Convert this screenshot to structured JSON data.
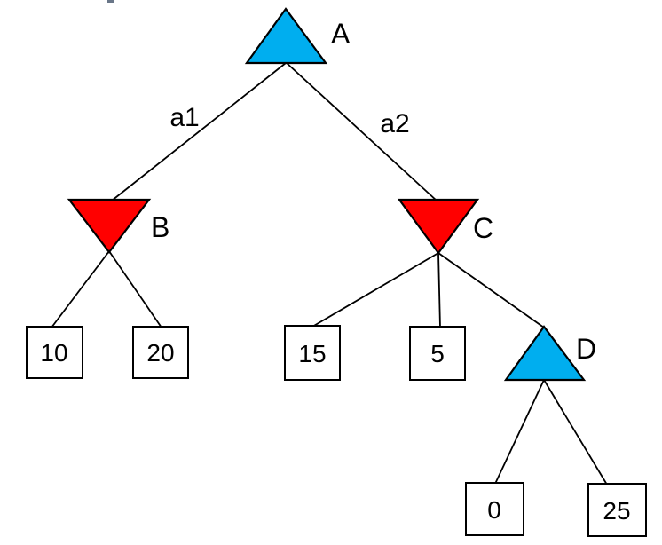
{
  "tree": {
    "type": "game-tree",
    "colors": {
      "max_node": "#00AEEF",
      "min_node": "#FF0000",
      "leaf_fill": "#FFFFFF",
      "line": "#000000"
    },
    "nodes": {
      "A": {
        "label": "A",
        "type": "max",
        "shape": "triangle-up"
      },
      "B": {
        "label": "B",
        "type": "min",
        "shape": "triangle-down"
      },
      "C": {
        "label": "C",
        "type": "min",
        "shape": "triangle-down"
      },
      "D": {
        "label": "D",
        "type": "max",
        "shape": "triangle-up"
      }
    },
    "edges": {
      "a1": {
        "label": "a1",
        "from": "A",
        "to": "B"
      },
      "a2": {
        "label": "a2",
        "from": "A",
        "to": "C"
      }
    },
    "leaves": {
      "b1": {
        "value": "10",
        "parent": "B"
      },
      "b2": {
        "value": "20",
        "parent": "B"
      },
      "c1": {
        "value": "15",
        "parent": "C"
      },
      "c2": {
        "value": "5",
        "parent": "C"
      },
      "d1": {
        "value": "0",
        "parent": "D"
      },
      "d2": {
        "value": "25",
        "parent": "D"
      }
    }
  }
}
